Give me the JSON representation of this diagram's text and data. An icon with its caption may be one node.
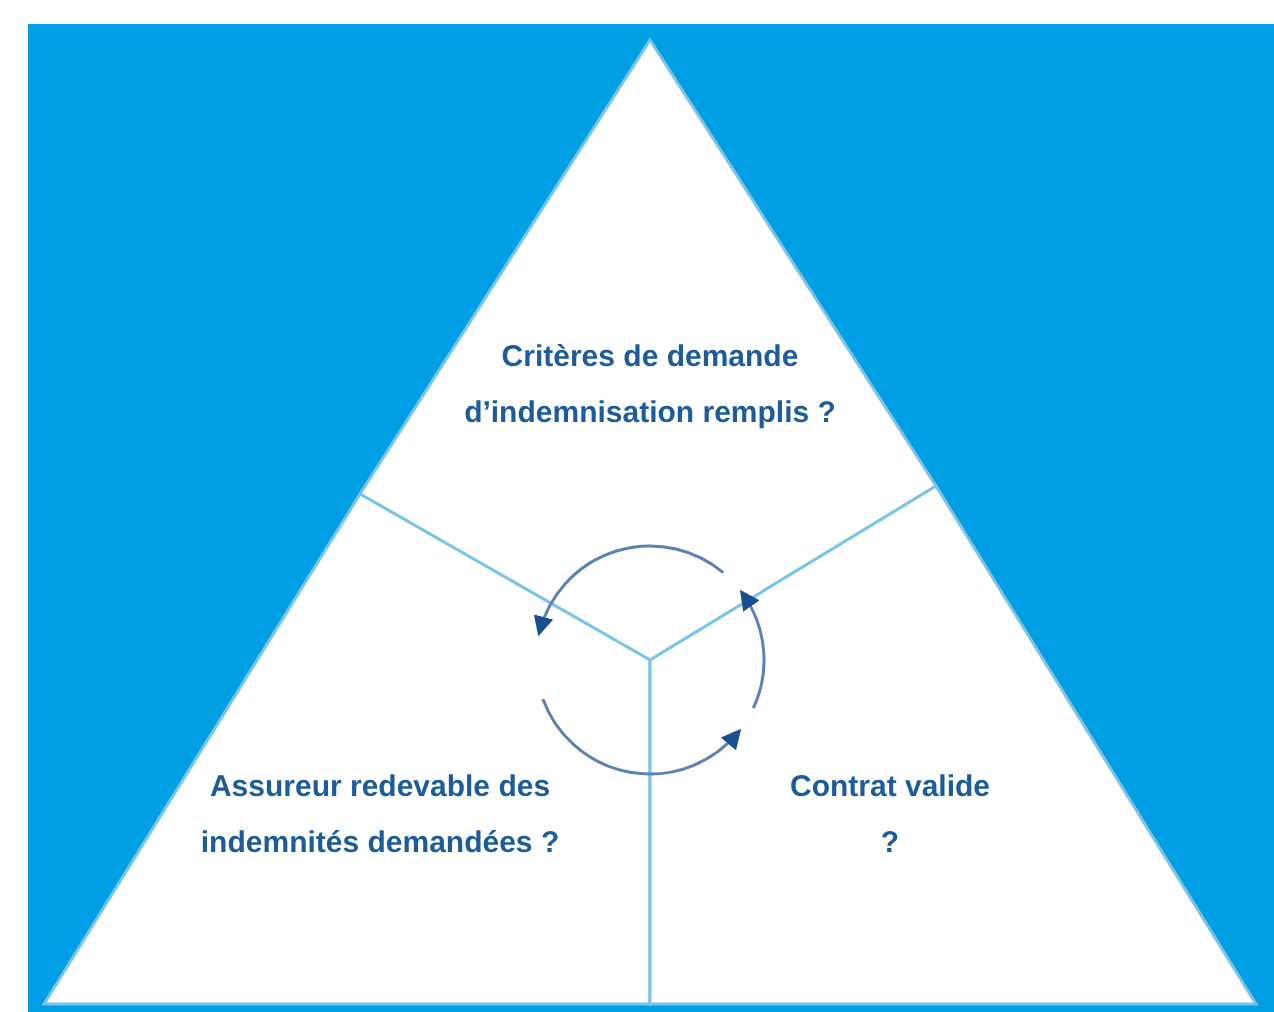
{
  "diagram": {
    "nodes": [
      {
        "text": [
          "Critères de demande d’indemnisation remplis ?"
        ]
      },
      {
        "text": [
          "Assureur redevable des indemnités demandées ?"
        ]
      },
      {
        "text": [
          "Contrat valide ?"
        ]
      }
    ],
    "edges": [
      {
        "from": 0,
        "to": 1,
        "arrow": "to"
      },
      {
        "from": 1,
        "to": 2,
        "arrow": "to"
      },
      {
        "from": 2,
        "to": 0,
        "arrow": "to"
      }
    ]
  }
}
